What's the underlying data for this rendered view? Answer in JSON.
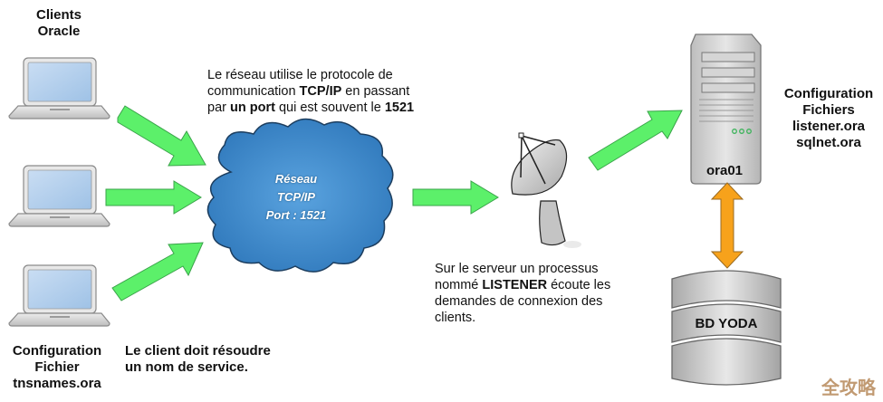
{
  "clients": {
    "title_line1": "Clients",
    "title_line2": "Oracle",
    "config_line1": "Configuration",
    "config_line2": "Fichier",
    "config_line3": "tnsnames.ora",
    "note_line1": "Le client doit résoudre",
    "note_line2": "un nom de service."
  },
  "network_note": {
    "line1": "Le réseau utilise le protocole de",
    "line2_pre": "communication ",
    "line2_bold": "TCP/IP",
    "line2_post": " en passant",
    "line3_pre": "par ",
    "line3_bold1": "un port",
    "line3_mid": " qui est souvent le ",
    "line3_bold2": "1521"
  },
  "cloud": {
    "line1": "Réseau",
    "line2": "TCP/IP",
    "line3": "Port : 1521"
  },
  "listener_note": {
    "line1": "Sur le serveur un processus",
    "line2_pre": "nommé ",
    "line2_bold": "LISTENER",
    "line2_post": " écoute les",
    "line3": "demandes de connexion des",
    "line4": "clients."
  },
  "server": {
    "name": "ora01",
    "config_line1": "Configuration",
    "config_line2": "Fichiers",
    "config_line3": "listener.ora",
    "config_line4": "sqlnet.ora"
  },
  "database": {
    "name": "BD YODA"
  },
  "watermark": "全攻略",
  "colors": {
    "arrow_green": "#5cf06a",
    "arrow_green_border": "#3aa34a",
    "cloud_blue": "#3a86c8",
    "cloud_border": "#1c3d5e",
    "db_arrow_orange": "#f7a21b",
    "server_gray": "#c8c8c8"
  }
}
